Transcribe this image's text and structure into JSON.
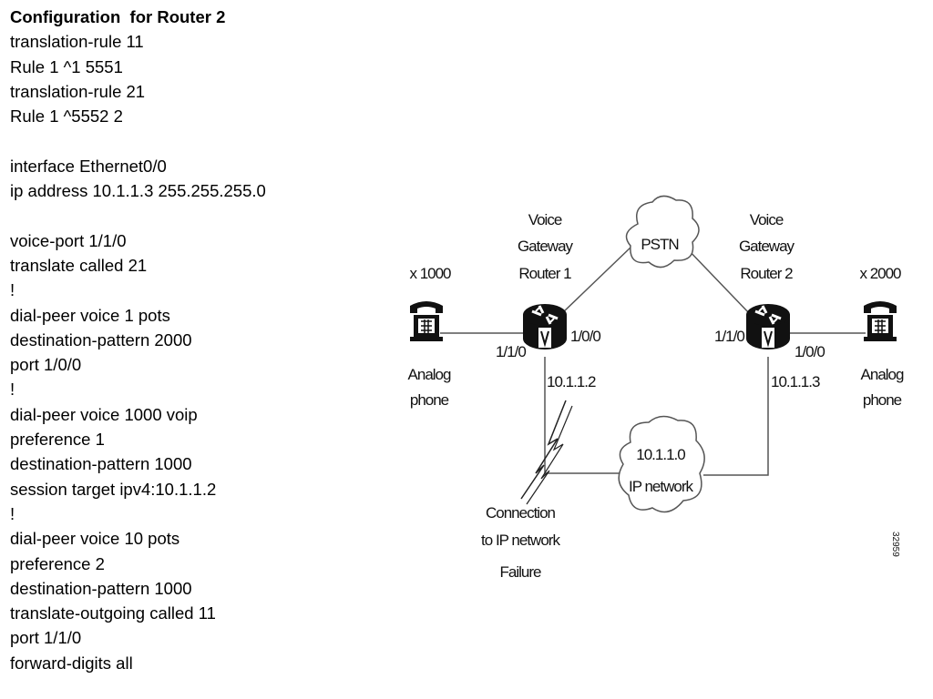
{
  "config": {
    "lines": [
      "Configuration  for Router 2",
      "translation-rule 11",
      "Rule 1 ^1 5551",
      "translation-rule 21",
      "Rule 1 ^5552 2",
      "",
      "interface Ethernet0/0",
      "ip address 10.1.1.3 255.255.255.0",
      "",
      "voice-port 1/1/0",
      "translate called 21",
      "!",
      "dial-peer voice 1 pots",
      "destination-pattern 2000",
      "port 1/0/0",
      "!",
      "dial-peer voice 1000 voip",
      "preference 1",
      "destination-pattern 1000",
      "session target ipv4:10.1.1.2",
      "!",
      "dial-peer voice 10 pots",
      "preference 2",
      "destination-pattern 1000",
      "translate-outgoing called 11",
      "port 1/1/0",
      "forward-digits all"
    ]
  },
  "diagram": {
    "phone_left": {
      "ext": "x 1000",
      "label_line1": "Analog",
      "label_line2": "phone"
    },
    "phone_right": {
      "ext": "x 2000",
      "label_line1": "Analog",
      "label_line2": "phone"
    },
    "router1": {
      "label_line1": "Voice",
      "label_line2": "Gateway",
      "label_line3": "Router 1",
      "port_left": "1/1/0",
      "port_right": "1/0/0",
      "ip": "10.1.1.2"
    },
    "router2": {
      "label_line1": "Voice",
      "label_line2": "Gateway",
      "label_line3": "Router 2",
      "port_left": "1/1/0",
      "port_right": "1/0/0",
      "ip": "10.1.1.3"
    },
    "pstn": {
      "label": "PSTN"
    },
    "ip_network": {
      "label_line1": "10.1.1.0",
      "label_line2": "IP network"
    },
    "failure": {
      "label_line1": "Connection",
      "label_line2": "to IP network",
      "label_line3": "Failure"
    },
    "figure_id": "32959",
    "colors": {
      "line": "#555555",
      "icon": "#111111",
      "background": "#ffffff"
    }
  }
}
